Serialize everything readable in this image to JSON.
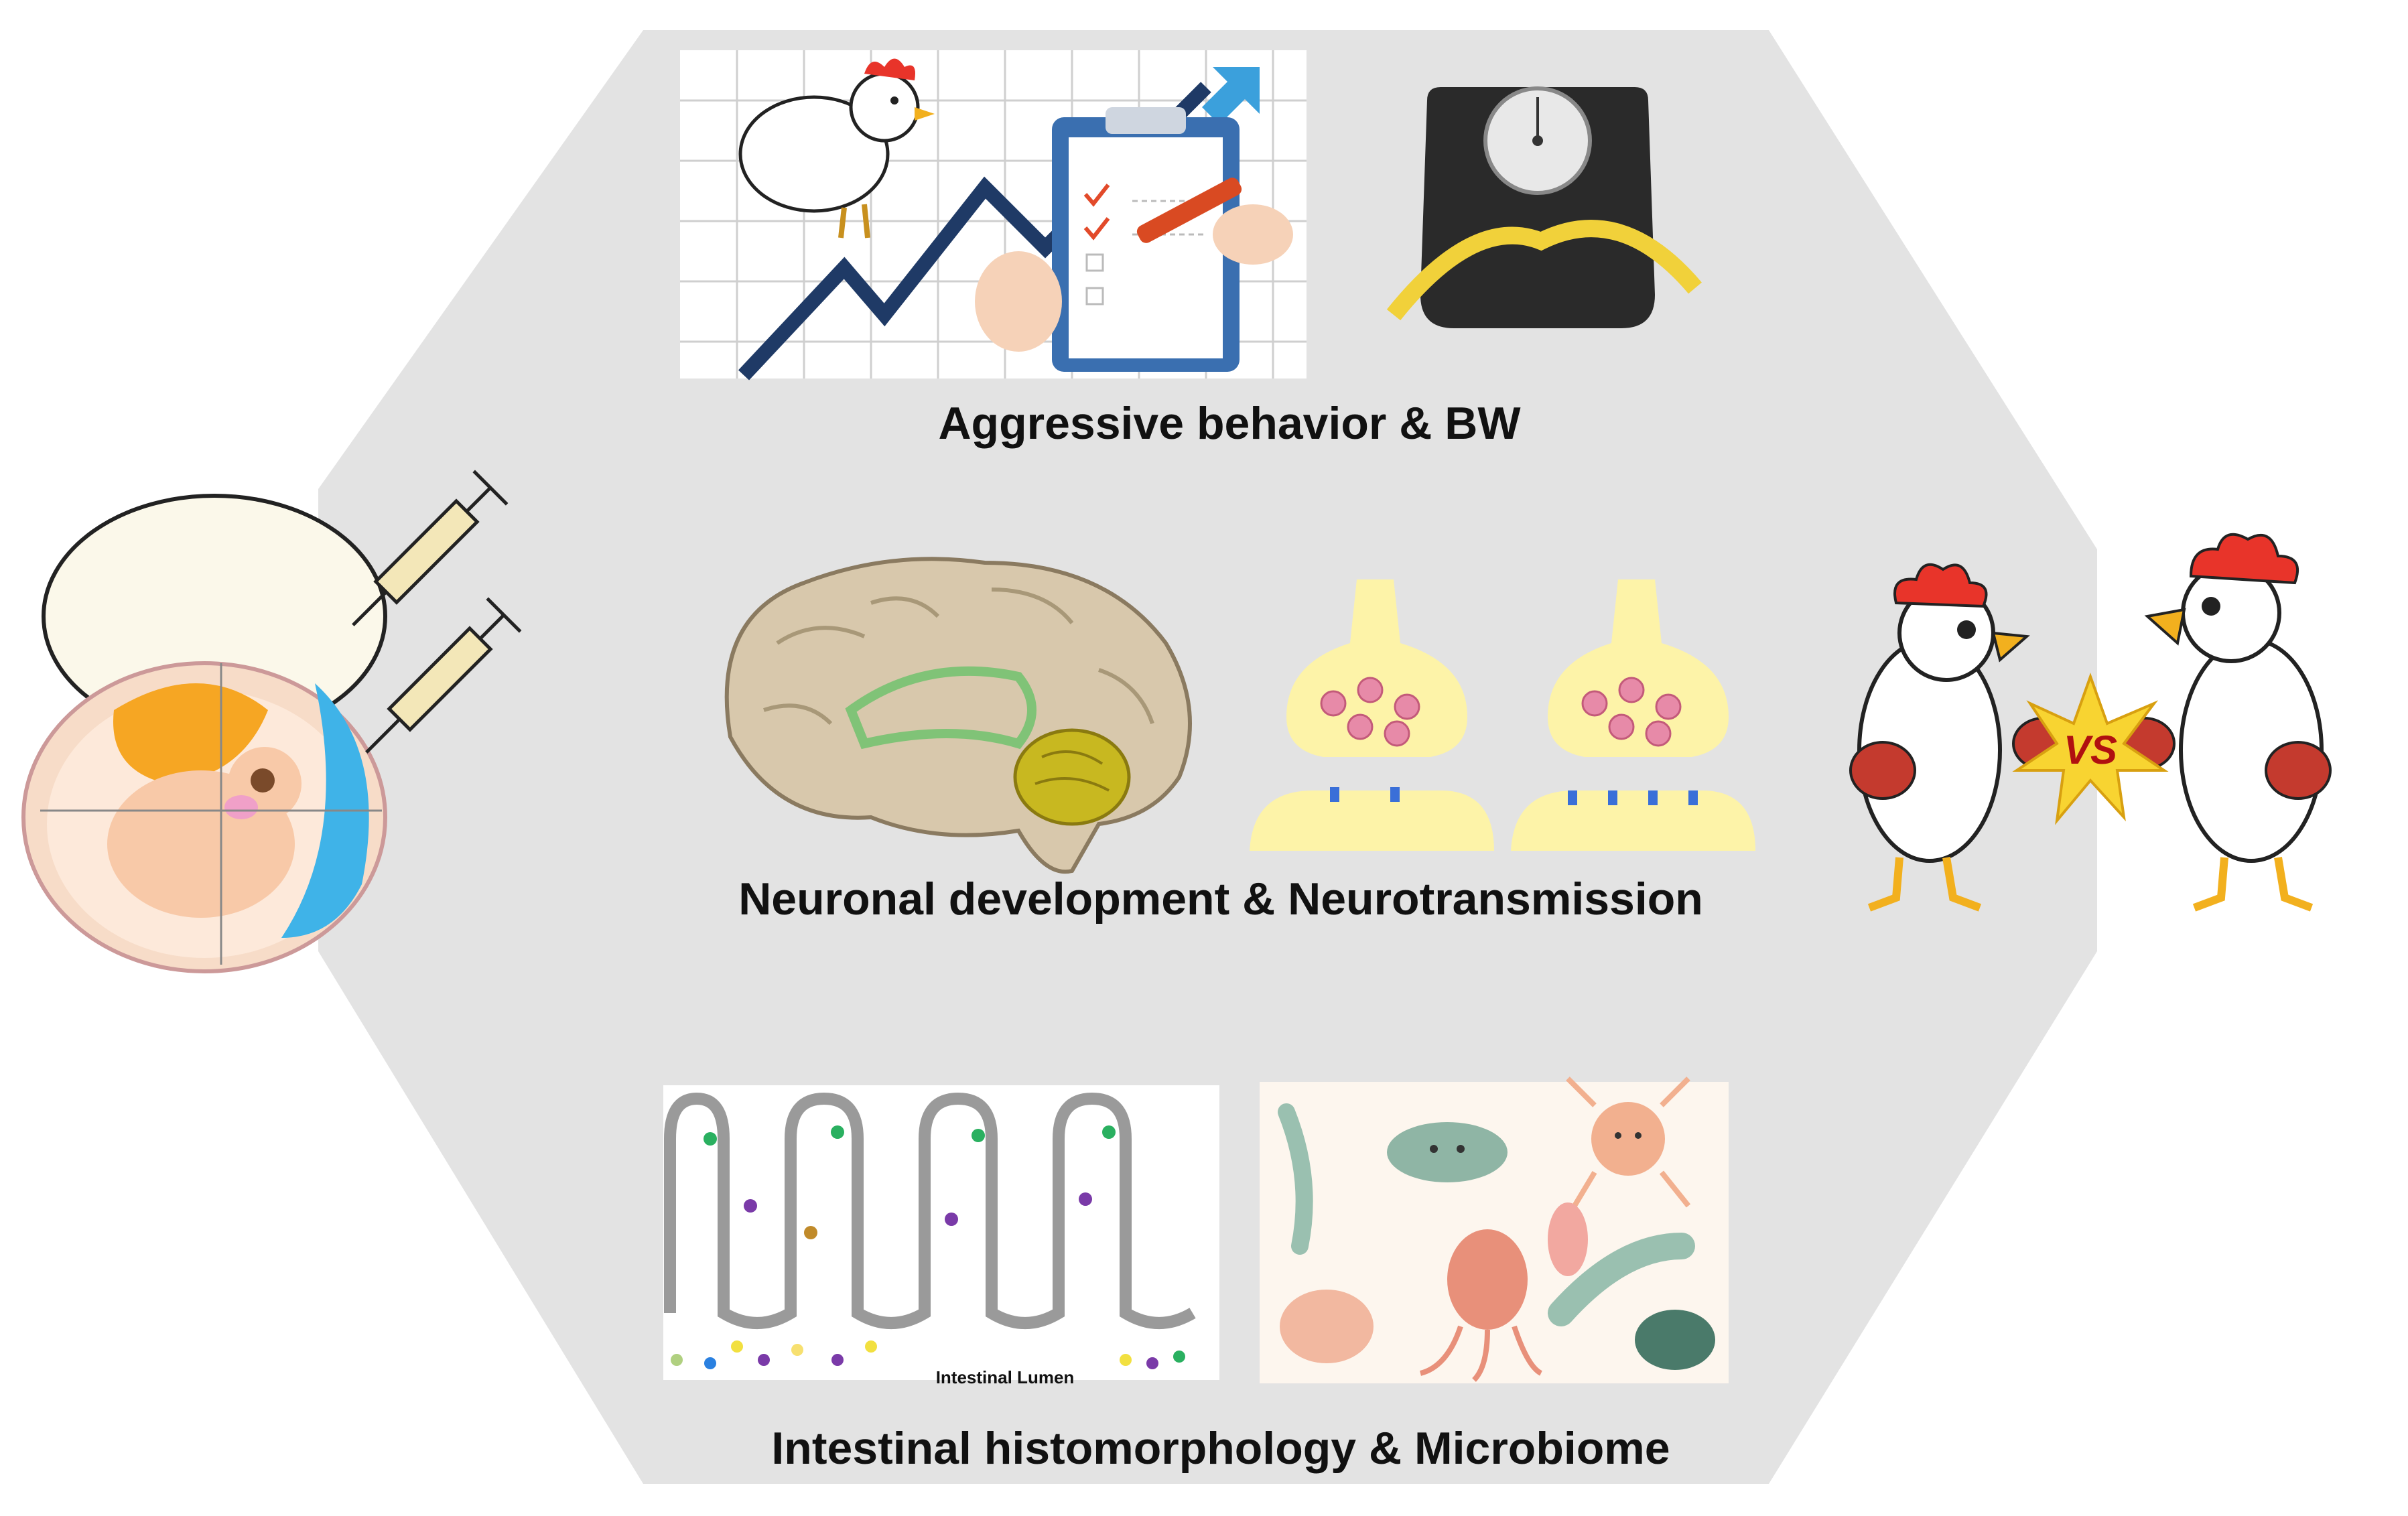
{
  "panels": {
    "behavior": {
      "caption": "Aggressive behavior & BW"
    },
    "neuro": {
      "caption": "Neuronal development & Neurotransmission"
    },
    "gut": {
      "caption": "Intestinal histomorphology & Microbiome",
      "lumen_label": "Intestinal Lumen"
    }
  },
  "fight": {
    "vs_label": "VS"
  },
  "colors": {
    "background_band": "#e3e3e3",
    "chicken_comb": "#e8342a",
    "boxing_glove": "#c43a2e",
    "egg_yolk": "#f6a623",
    "amniotic_blue": "#3fb3e8",
    "brain_tissue": "#d8c8ac",
    "cerebellum": "#c8b820",
    "synapse_yellow": "#fdf3a8",
    "chart_line": "#1f3a66",
    "clipboard": "#3a6fb0"
  },
  "icons": [
    "egg-embryo-icon",
    "syringe-icon",
    "chicken-icon",
    "growth-chart-icon",
    "clipboard-icon",
    "weighing-scale-icon",
    "brain-icon",
    "synapse-icon",
    "intestinal-villi-icon",
    "microbes-icon",
    "fighting-chickens-icon"
  ]
}
